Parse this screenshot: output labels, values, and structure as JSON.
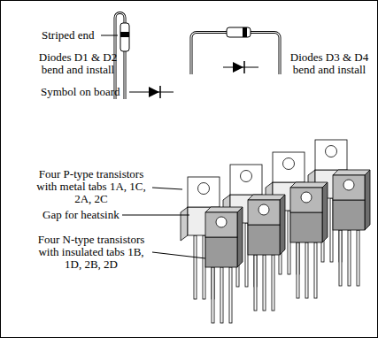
{
  "diagram": {
    "labels": [
      "Striped end",
      "Diodes D1 & D2 bend and install",
      "Symbol on board",
      "Diodes D3 & D4 bend and install",
      "Four P-type transistors with metal tabs 1A, 1C, 2A, 2C",
      "Gap for heatsink",
      "Four N-type transistors with insulated tabs 1B, 1D, 2B, 2D"
    ]
  }
}
